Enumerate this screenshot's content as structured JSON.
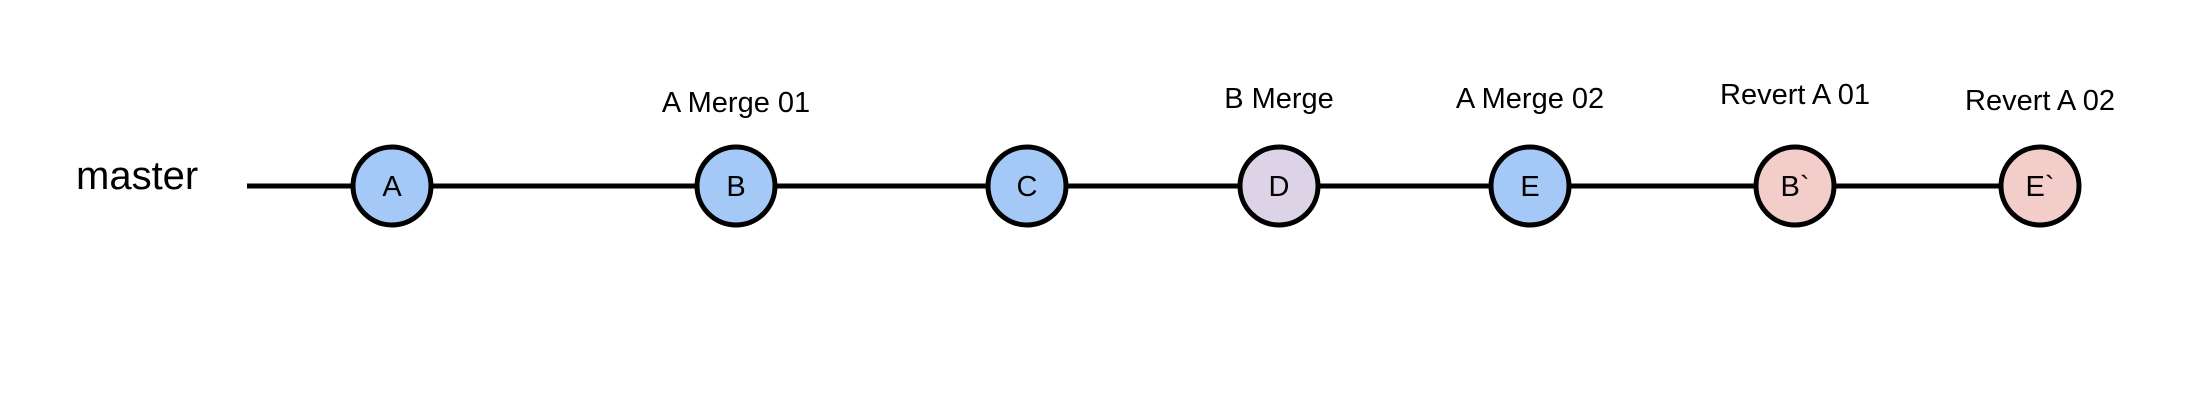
{
  "branch": {
    "name": "master"
  },
  "colors": {
    "blue": "#a4c9f6",
    "purple": "#dcd3e6",
    "pink": "#f2cdc9",
    "stroke": "#000000",
    "background": "#ffffff"
  },
  "commits": [
    {
      "id": "A",
      "label": "",
      "color": "blue"
    },
    {
      "id": "B",
      "label": "A Merge 01",
      "color": "blue"
    },
    {
      "id": "C",
      "label": "",
      "color": "blue"
    },
    {
      "id": "D",
      "label": "B Merge",
      "color": "purple"
    },
    {
      "id": "E",
      "label": "A Merge 02",
      "color": "blue"
    },
    {
      "id": "B`",
      "label": "Revert A 01",
      "color": "pink"
    },
    {
      "id": "E`",
      "label": "Revert A 02",
      "color": "pink"
    }
  ]
}
